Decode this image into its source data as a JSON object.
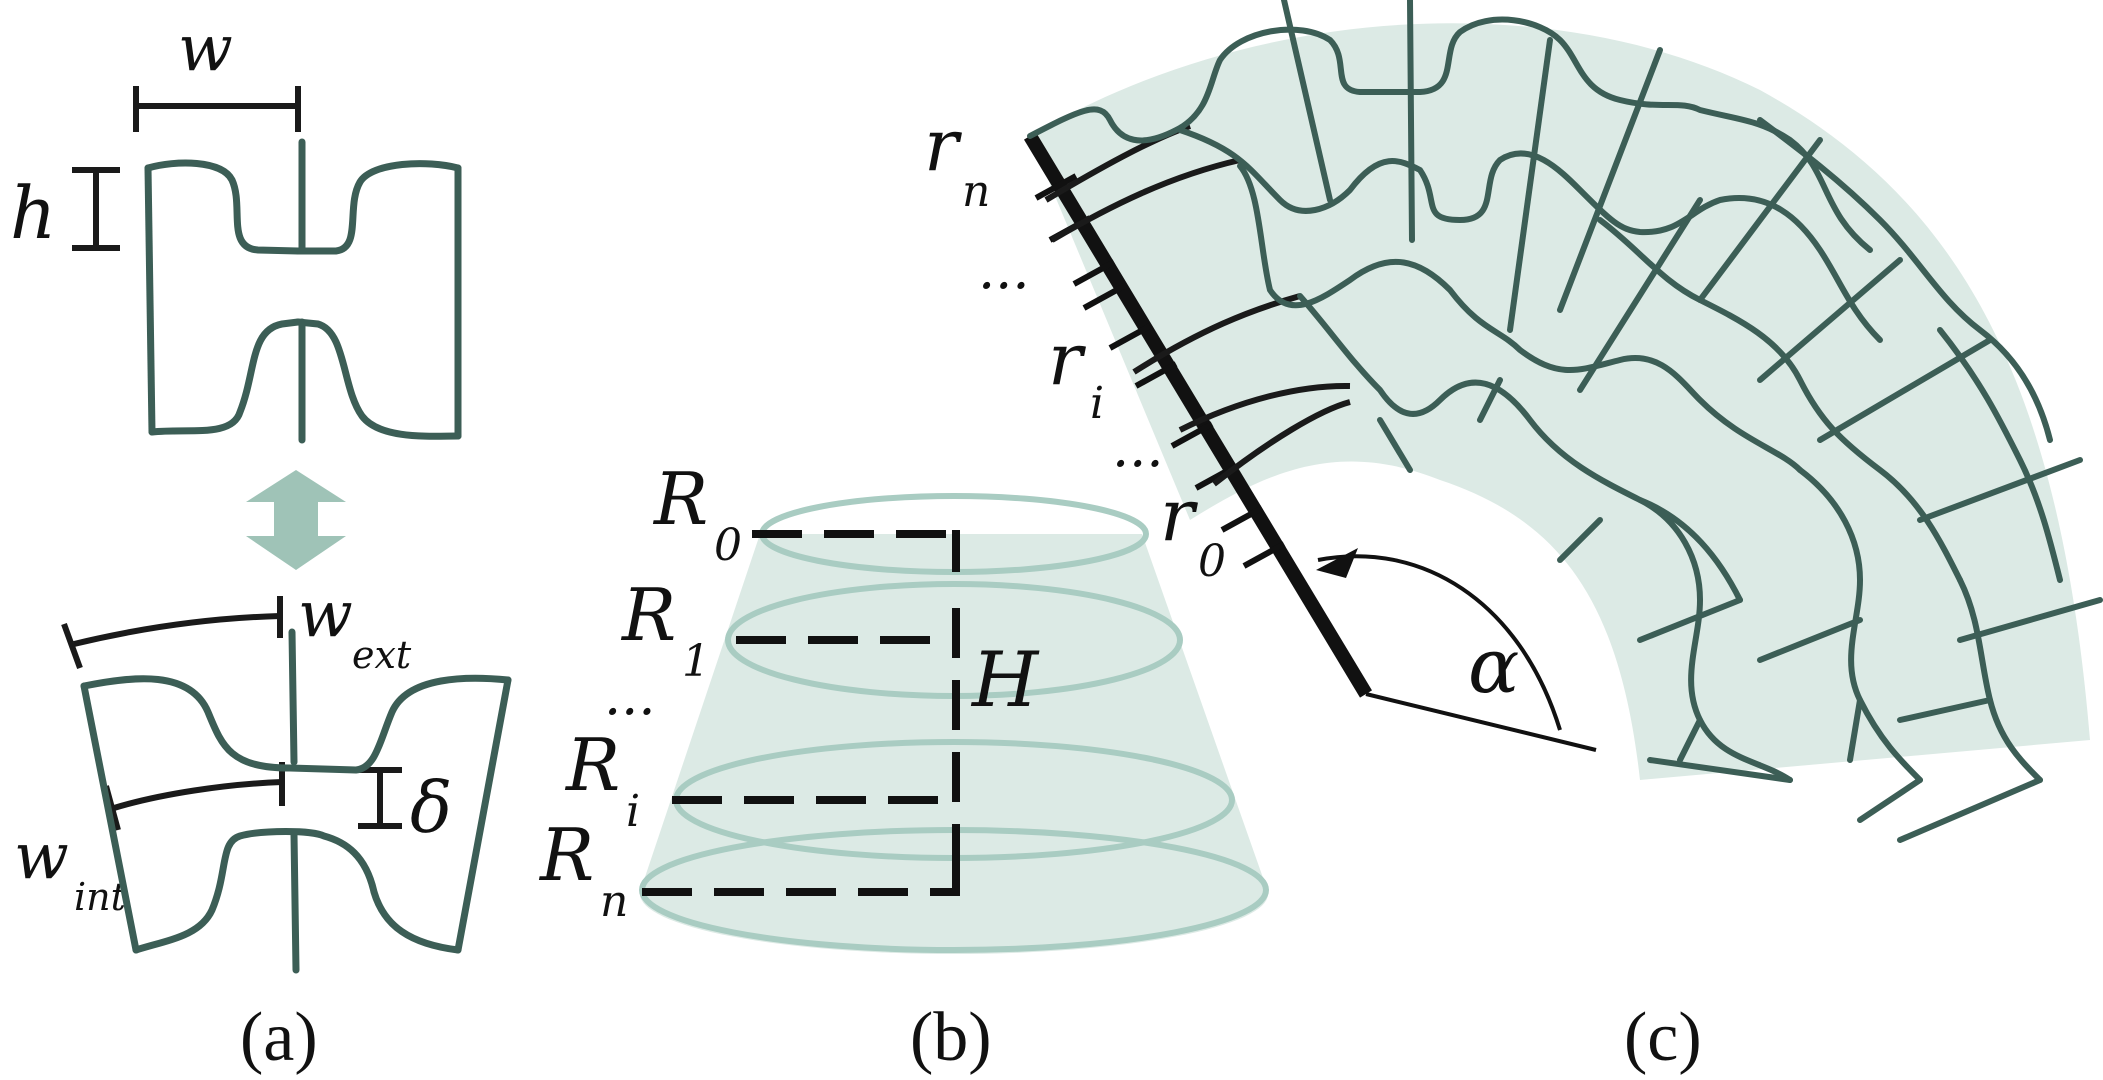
{
  "panel_a": {
    "label_w": "w",
    "label_h": "h",
    "label_w_ext_base": "w",
    "label_w_ext_sub": "ext",
    "label_w_int_base": "w",
    "label_w_int_sub": "int",
    "label_delta": "δ",
    "caption": "(a)"
  },
  "panel_b": {
    "label_R0_base": "R",
    "label_R0_sub": "0",
    "label_R1_base": "R",
    "label_R1_sub": "1",
    "label_dots": "...",
    "label_Ri_base": "R",
    "label_Ri_sub": "i",
    "label_Rn_base": "R",
    "label_Rn_sub": "n",
    "label_H": "H",
    "caption": "(b)"
  },
  "panel_c": {
    "label_rn_base": "r",
    "label_rn_sub": "n",
    "label_dots_top": "...",
    "label_ri_base": "r",
    "label_ri_sub": "i",
    "label_dots_bottom": "...",
    "label_r0_base": "r",
    "label_r0_sub": "0",
    "label_alpha": "α",
    "caption": "(c)"
  },
  "colors": {
    "cell_stroke": "#3c5e56",
    "fill_light": "#dceae5",
    "ring_stroke": "#a9ccc2",
    "arrow_fill": "#9fc3b7",
    "ink": "#111111"
  }
}
